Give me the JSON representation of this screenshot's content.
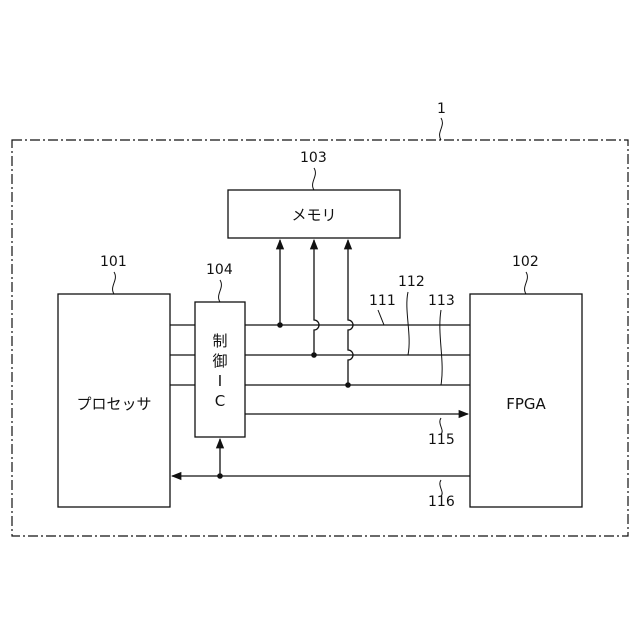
{
  "system": {
    "ref": "1"
  },
  "processor": {
    "ref": "101",
    "label": "プロセッサ"
  },
  "fpga": {
    "ref": "102",
    "label": "FPGA"
  },
  "memory": {
    "ref": "103",
    "label": "メモリ"
  },
  "control_ic": {
    "ref": "104",
    "label_line1": "制",
    "label_line2": "御",
    "label_line3": "I",
    "label_line4": "C"
  },
  "buses": {
    "b111": "111",
    "b112": "112",
    "b113": "113",
    "b115": "115",
    "b116": "116"
  }
}
